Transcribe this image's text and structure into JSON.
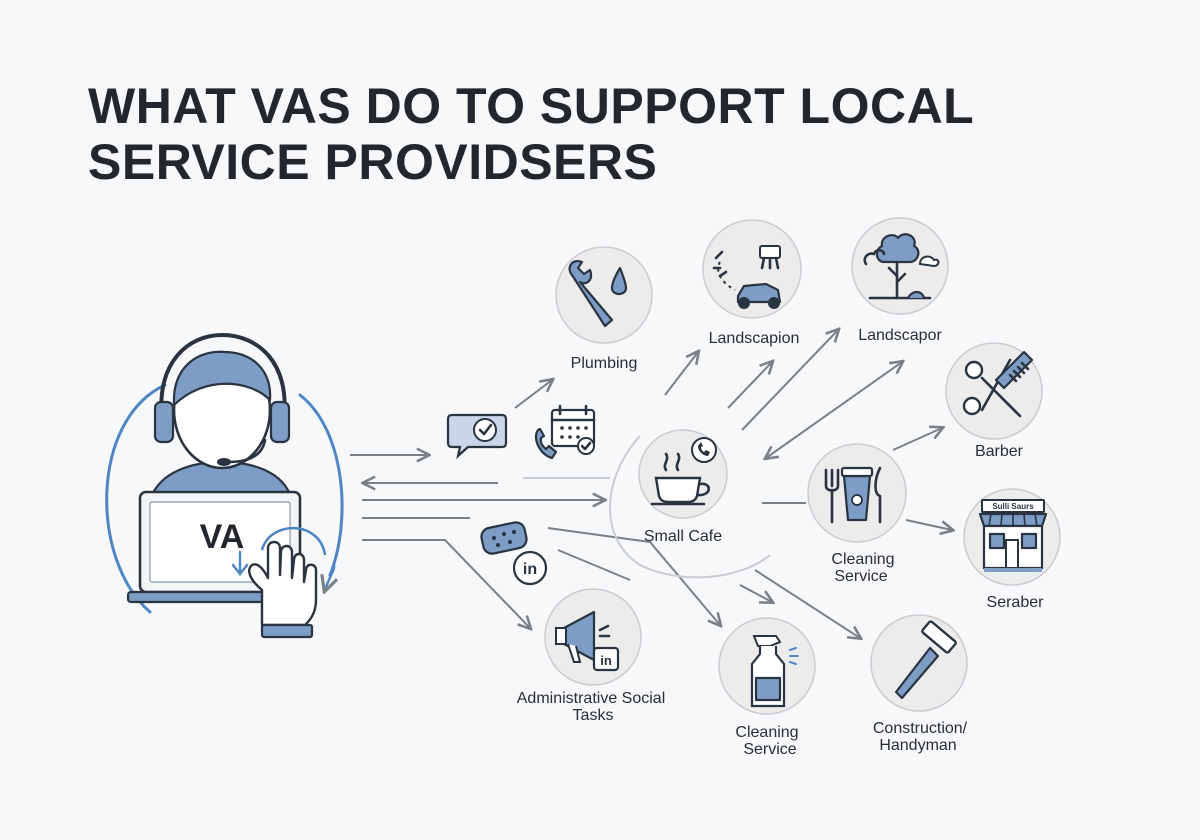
{
  "title": {
    "line1": "WHAT VAS DO TO SUPPORT LOCAL",
    "line2": "SERVICE PROVIDSERS"
  },
  "va_label": "VA",
  "hub": {
    "label": "Small Cafe",
    "icon": "coffee-cup-icon"
  },
  "nodes": {
    "plumbing": {
      "label": "Plumbing",
      "icon": "wrench-drop-icon"
    },
    "landscaping": {
      "label": "Landscapion",
      "icon": "lawn-mower-icon"
    },
    "landscaper": {
      "label": "Landscapor",
      "icon": "tree-icon"
    },
    "barber": {
      "label": "Barber",
      "icon": "scissors-comb-icon"
    },
    "cleaning_food": {
      "line1": "Cleaning",
      "line2": "Service",
      "icon": "cutlery-cup-icon"
    },
    "storefront": {
      "label": "Seraber",
      "sign": "Sulli Saurs",
      "icon": "storefront-icon"
    },
    "admin_social": {
      "line1": "Administrative Social",
      "line2": "Tasks",
      "icon": "megaphone-icon"
    },
    "cleaning_spray": {
      "line1": "Cleaning",
      "line2": "Service",
      "icon": "spray-bottle-icon"
    },
    "construction": {
      "line1": "Construction/",
      "line2": "Handyman",
      "icon": "hammer-icon"
    }
  },
  "mini_icons": [
    "chat-check-icon",
    "phone-calendar-icon",
    "sponge-icon",
    "linkedin-icon"
  ],
  "colors": {
    "accent": "#7d9cc6",
    "line": "#7b8088",
    "ink": "#2a3440",
    "circle": "#ececec"
  }
}
